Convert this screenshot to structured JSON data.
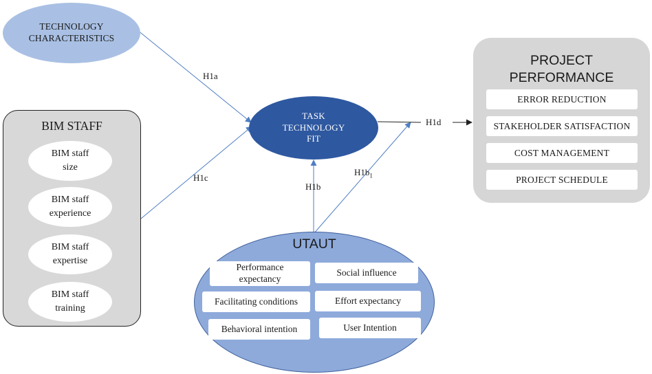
{
  "technology_characteristics": {
    "line1": "TECHNOLOGY",
    "line2": "CHARACTERISTICS"
  },
  "bim_staff": {
    "title": "BIM STAFF",
    "items": [
      {
        "line1": "BIM staff",
        "line2": "size"
      },
      {
        "line1": "BIM staff",
        "line2": "experience"
      },
      {
        "line1": "BIM staff",
        "line2": "expertise"
      },
      {
        "line1": "BIM staff",
        "line2": "training"
      }
    ]
  },
  "task_technology_fit": {
    "line1": "TASK",
    "line2": "TECHNOLOGY",
    "line3": "FIT"
  },
  "project_performance": {
    "title_line1": "PROJECT",
    "title_line2": "PERFORMANCE",
    "items": [
      "ERROR REDUCTION",
      "STAKEHOLDER SATISFACTION",
      "COST MANAGEMENT",
      "PROJECT SCHEDULE"
    ]
  },
  "utaut": {
    "title": "UTAUT",
    "items": [
      {
        "line1": "Performance",
        "line2": "expectancy"
      },
      {
        "line1": "Social influence"
      },
      {
        "line1": "Facilitating conditions"
      },
      {
        "line1": "Effort expectancy"
      },
      {
        "line1": "Behavioral intention"
      },
      {
        "line1": "User Intention"
      }
    ]
  },
  "hypotheses": {
    "h1a": "H1a",
    "h1b": "H1b",
    "h1b1_base": "H1b",
    "h1b1_sub": "1",
    "h1c": "H1c",
    "h1d": "H1d"
  },
  "colors": {
    "light_blue": "#a9c0e4",
    "dark_blue": "#2e58a0",
    "medium_blue": "#8eaadb",
    "gray": "#d6d6d6",
    "line": "#4f7ec4"
  }
}
